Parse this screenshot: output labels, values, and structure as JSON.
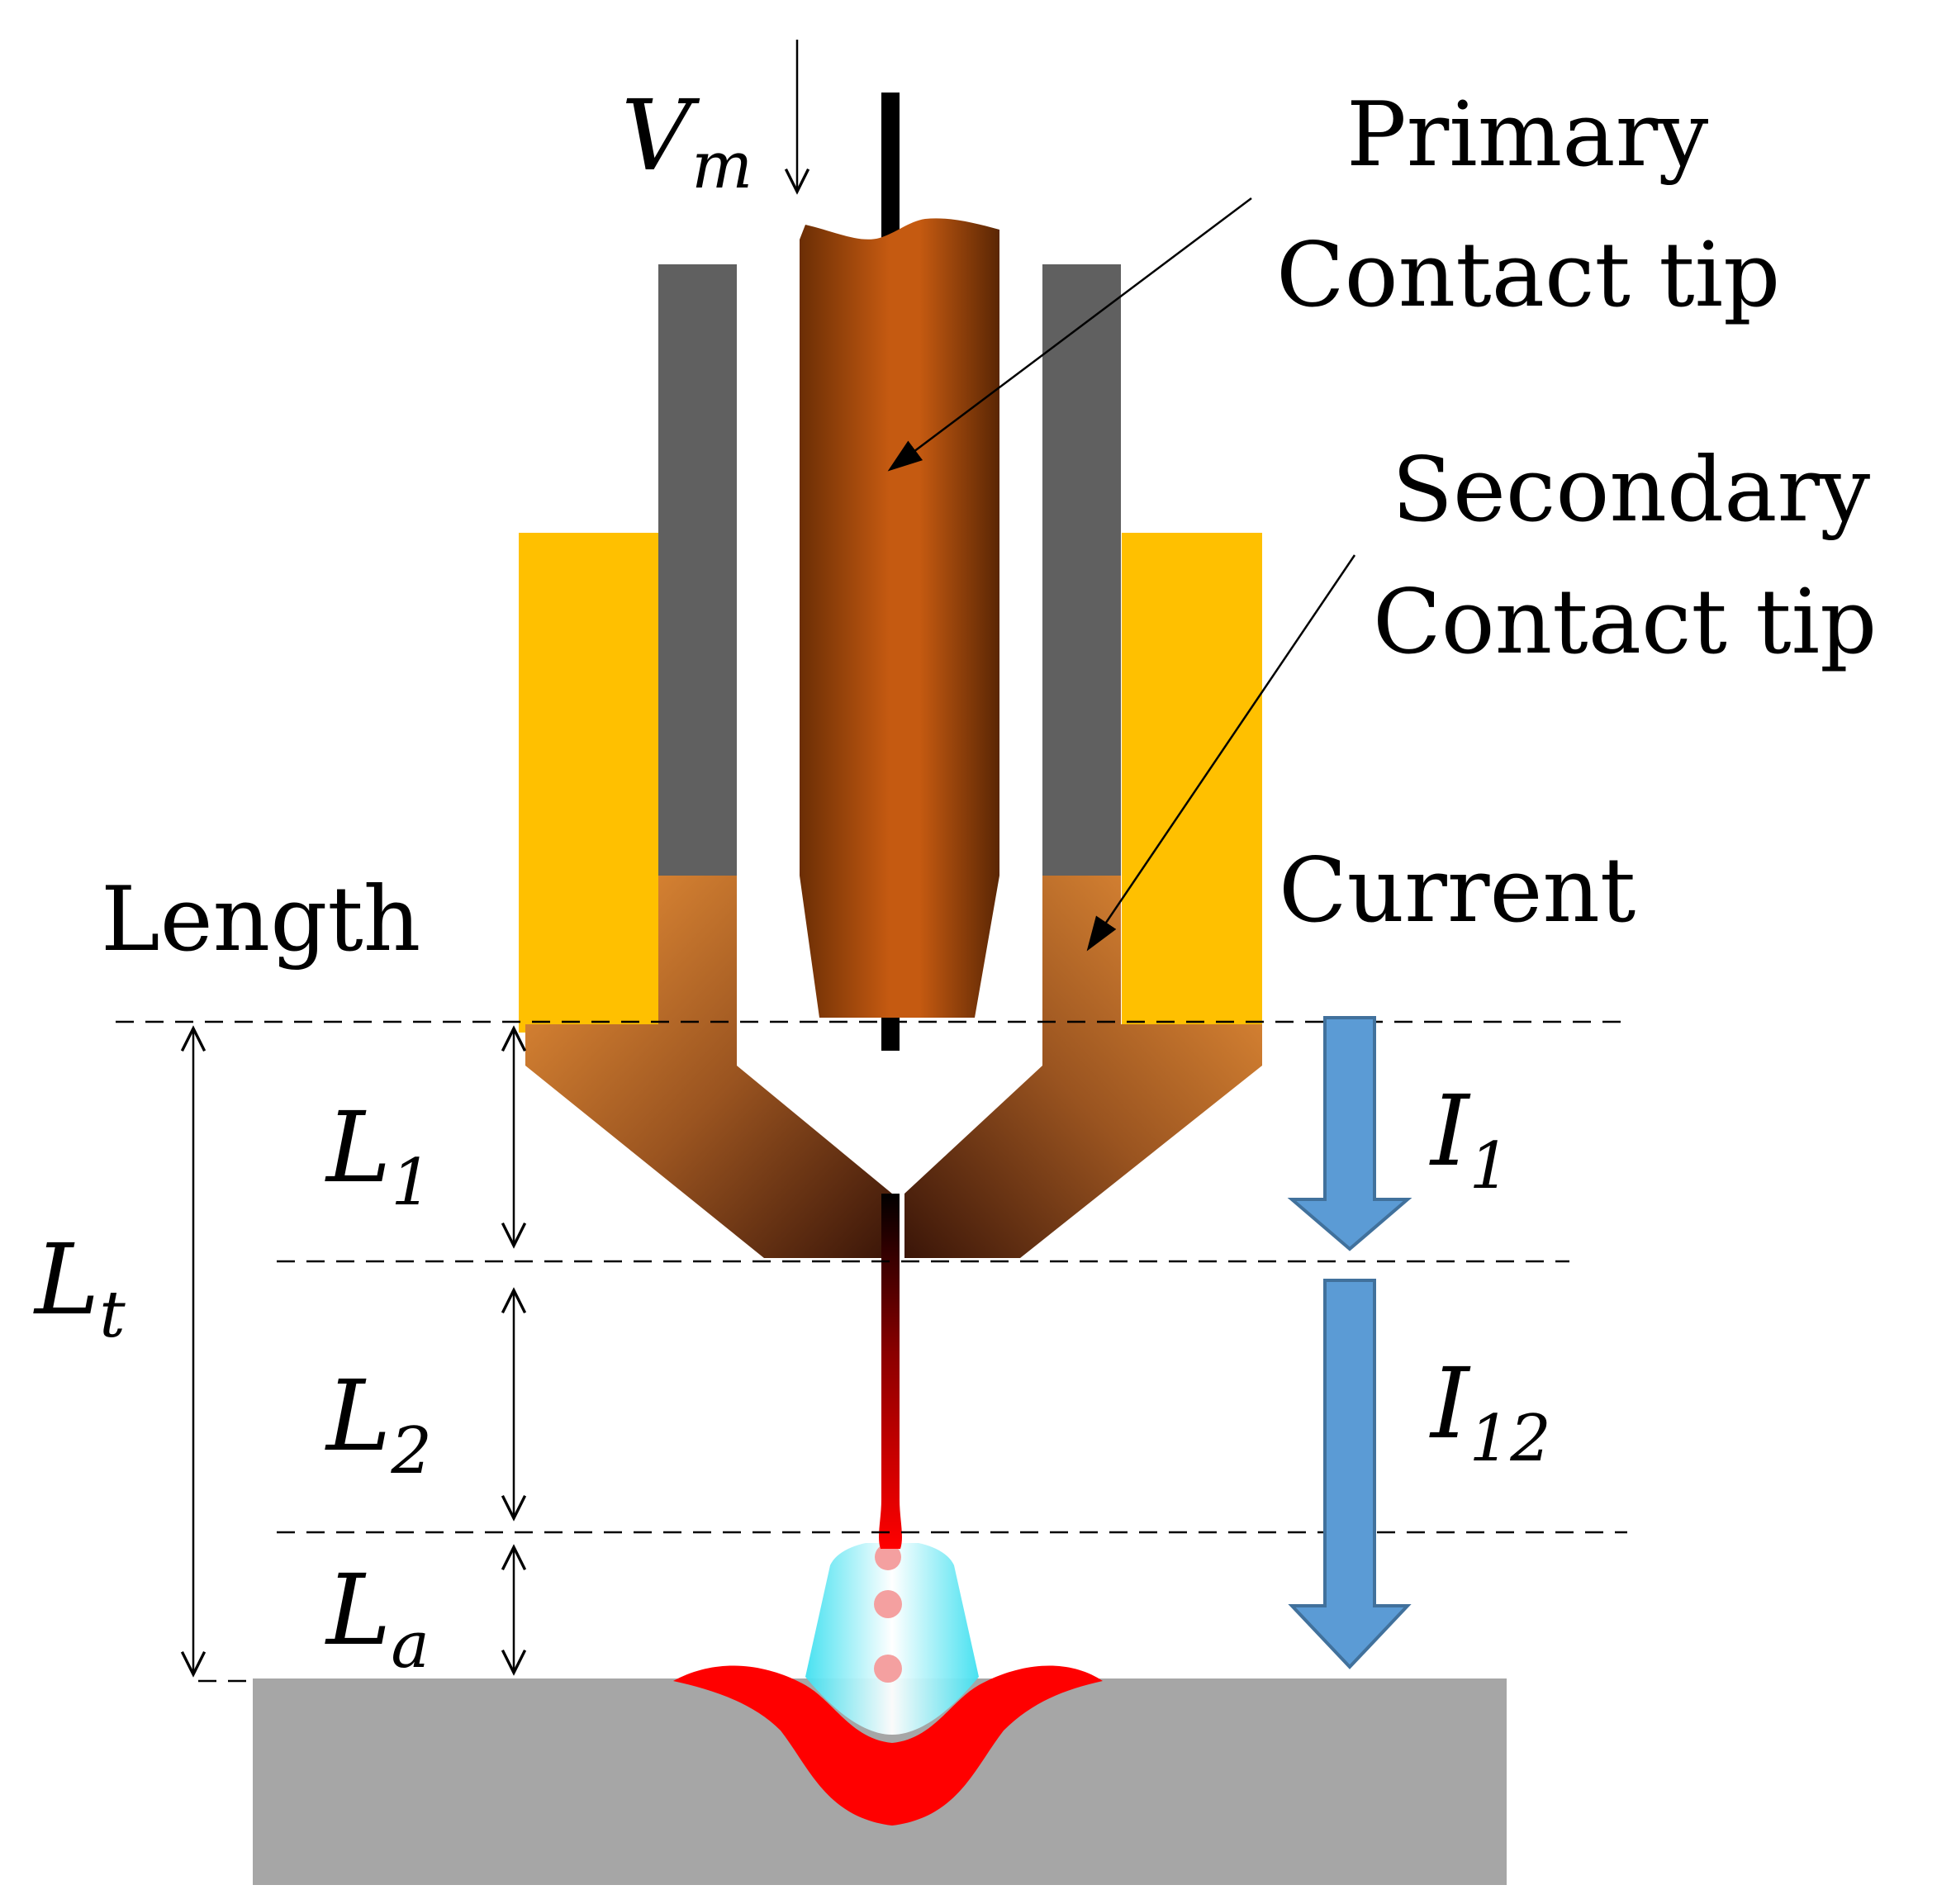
{
  "labels": {
    "primary_line1": "Primary",
    "primary_line2": "Contact tip",
    "secondary_line1": "Secondary",
    "secondary_line2": "Contact tip",
    "length_heading": "Length",
    "current_heading": "Current"
  },
  "symbols": {
    "vm_main": "V",
    "vm_sub": "m",
    "l1_main": "L",
    "l1_sub": "1",
    "l2_main": "L",
    "l2_sub": "2",
    "la_main": "L",
    "la_sub": "a",
    "lt_main": "L",
    "lt_sub": "t",
    "i1_main": "I",
    "i1_sub": "1",
    "i12_main": "I",
    "i12_sub": "12"
  },
  "colors": {
    "holder": "#FFC000",
    "primary_tip": "#C55A11",
    "primary_tip_dark": "#6B2E05",
    "secondary_tip": "#F0963A",
    "secondary_tip_dark": "#3A1508",
    "insulator": "#606060",
    "wire": "#000000",
    "wire_hot": "#FF0000",
    "arc": "#7FFFFF",
    "weld_pool": "#FF0000",
    "droplet": "#F4A0A0",
    "workpiece": "#A6A6A6",
    "current_arrow": "#5B9BD5",
    "current_arrow_stroke": "#41719C"
  }
}
